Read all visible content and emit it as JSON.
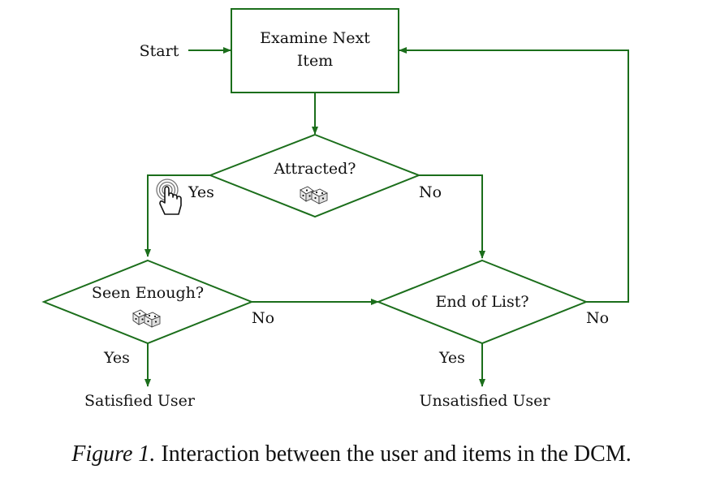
{
  "diagram": {
    "accent_color": "#1b6e1b",
    "start_label": "Start",
    "examine_line1": "Examine Next",
    "examine_line2": "Item",
    "attracted": "Attracted?",
    "seen_enough": "Seen Enough?",
    "end_of_list": "End of List?",
    "yes_attracted": "Yes",
    "no_attracted": "No",
    "no_seen": "No",
    "yes_seen": "Yes",
    "no_end": "No",
    "yes_end": "Yes",
    "satisfied": "Satisfied User",
    "unsatisfied": "Unsatisfied User",
    "icons": [
      "dice-icon",
      "tap-hand-icon"
    ]
  },
  "caption": {
    "figure_label": "Figure 1.",
    "text": "Interaction between the user and items in the DCM."
  }
}
